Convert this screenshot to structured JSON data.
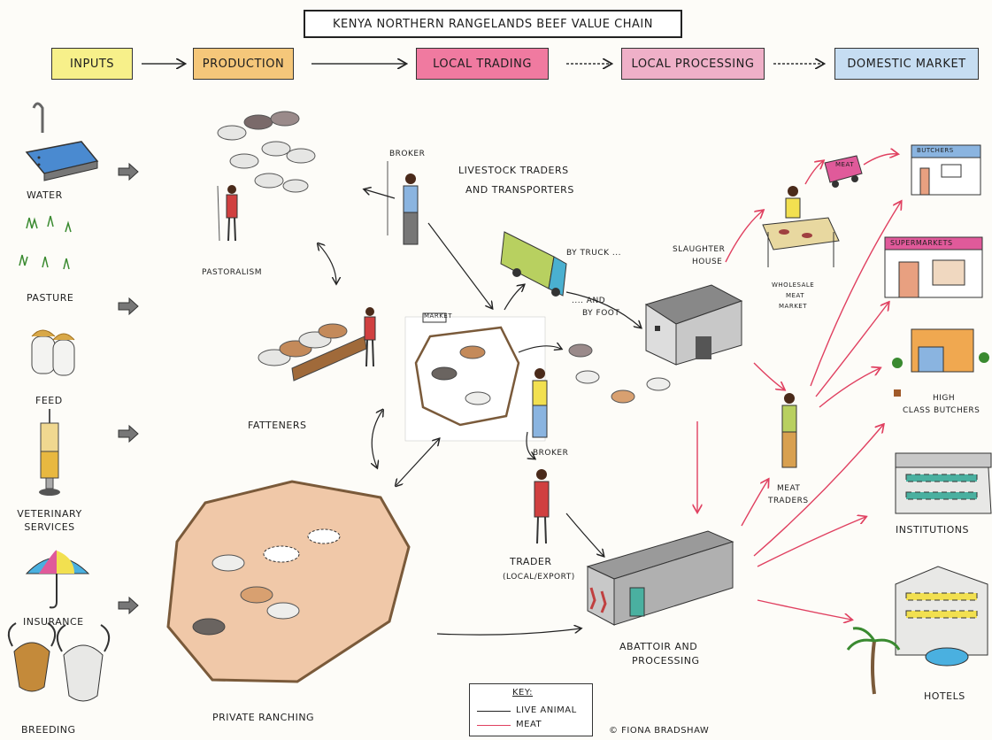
{
  "title": "KENYA NORTHERN RANGELANDS BEEF VALUE CHAIN",
  "stages": [
    {
      "label": "INPUTS",
      "color": "#f7f08a"
    },
    {
      "label": "PRODUCTION",
      "color": "#f5c77a"
    },
    {
      "label": "LOCAL TRADING",
      "color": "#f07aa0"
    },
    {
      "label": "LOCAL PROCESSING",
      "color": "#efb0c8"
    },
    {
      "label": "DOMESTIC MARKET",
      "color": "#c6ddf2"
    }
  ],
  "inputs": [
    "WATER",
    "PASTURE",
    "FEED",
    "VETERINARY SERVICES",
    "INSURANCE",
    "BREEDING"
  ],
  "production": {
    "pastoralism": "PASTORALISM",
    "fatteners": "FATTENERS",
    "ranching": "PRIVATE RANCHING"
  },
  "trading": {
    "broker_top": "BROKER",
    "traders_line1": "LIVESTOCK TRADERS",
    "traders_line2": "AND TRANSPORTERS",
    "by_truck": "BY TRUCK ...",
    "by_foot_1": ".... AND",
    "by_foot_2": "BY FOOT",
    "market_sign": "MARKET",
    "broker_mid": "BROKER",
    "trader_line1": "TRADER",
    "trader_line2": "(LOCAL/EXPORT)"
  },
  "processing": {
    "slaughter_1": "SLAUGHTER",
    "slaughter_2": "HOUSE",
    "wholesale_1": "WHOLESALE",
    "wholesale_2": "MEAT",
    "wholesale_3": "MARKET",
    "meat_traders_1": "MEAT",
    "meat_traders_2": "TRADERS",
    "abattoir_1": "ABATTOIR AND",
    "abattoir_2": "PROCESSING",
    "van_label": "MEAT"
  },
  "market": {
    "butchers": "BUTCHERS",
    "supermarkets": "SUPERMARKETS",
    "high_class_1": "HIGH",
    "high_class_2": "CLASS BUTCHERS",
    "institutions": "INSTITUTIONS",
    "hotels": "HOTELS",
    "butchers_sign": "BUTCHERS",
    "supermarkets_sign": "SUPERMARKETS"
  },
  "key": {
    "title": "KEY:",
    "live": "LIVE ANIMAL",
    "meat": "MEAT"
  },
  "credit": "© FIONA BRADSHAW",
  "colors": {
    "live": "#222222",
    "meat": "#e04060"
  }
}
